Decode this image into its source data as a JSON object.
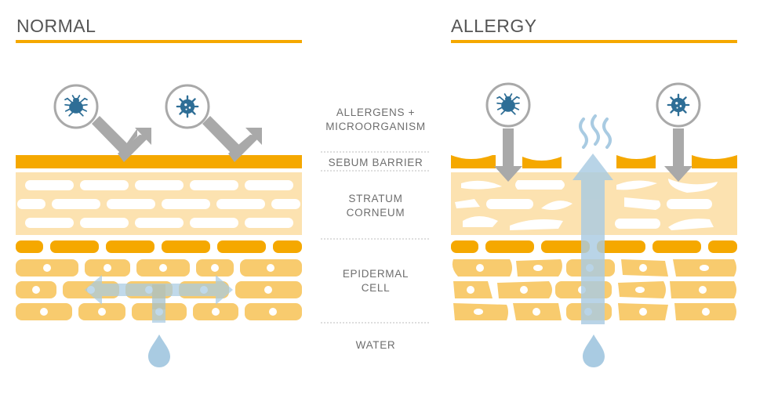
{
  "panels": {
    "normal": {
      "title": "NORMAL"
    },
    "allergy": {
      "title": "ALLERGY"
    }
  },
  "labels": {
    "allergens": [
      "ALLERGENS +",
      "MICROORGANISM"
    ],
    "sebum": "SEBUM BARRIER",
    "stratum": [
      "STRATUM",
      "CORNEUM"
    ],
    "epidermal": [
      "EPIDERMAL",
      "CELL"
    ],
    "water": "WATER"
  },
  "icons": [
    "mite-icon",
    "bacteria-icon",
    "water-drop-icon",
    "vapor-icon"
  ],
  "colors": {
    "accent": "#F5A800",
    "sebum": "#F5A800",
    "stratum_bg": "#FCE2B0",
    "epidermal_cell": "#F8CB6E",
    "icon_blue": "#2E6E96",
    "arrow_gray": "#A9A9A9",
    "water_blue": "#A9CBE2",
    "text": "#6E6E6E"
  }
}
